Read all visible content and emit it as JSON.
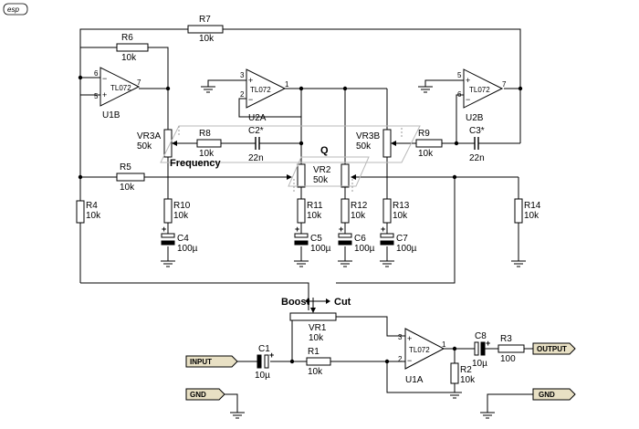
{
  "logo": "esp",
  "controls": {
    "frequency": "Frequency",
    "q": "Q",
    "boost": "Boost",
    "cut": "Cut"
  },
  "terminals": {
    "input": "INPUT",
    "output": "OUTPUT",
    "gnd_left": "GND",
    "gnd_right": "GND"
  },
  "components": {
    "u1b": {
      "ref": "U1B",
      "part": "TL072"
    },
    "u2a": {
      "ref": "U2A",
      "part": "TL072"
    },
    "u2b": {
      "ref": "U2B",
      "part": "TL072"
    },
    "u1a": {
      "ref": "U1A",
      "part": "TL072"
    },
    "r1": {
      "ref": "R1",
      "value": "10k"
    },
    "r2": {
      "ref": "R2",
      "value": "10k"
    },
    "r3": {
      "ref": "R3",
      "value": "100"
    },
    "r4": {
      "ref": "R4",
      "value": "10k"
    },
    "r5": {
      "ref": "R5",
      "value": "10k"
    },
    "r6": {
      "ref": "R6",
      "value": "10k"
    },
    "r7": {
      "ref": "R7",
      "value": "10k"
    },
    "r8": {
      "ref": "R8",
      "value": "10k"
    },
    "r9": {
      "ref": "R9",
      "value": "10k"
    },
    "r10": {
      "ref": "R10",
      "value": "10k"
    },
    "r11": {
      "ref": "R11",
      "value": "10k"
    },
    "r12": {
      "ref": "R12",
      "value": "10k"
    },
    "r13": {
      "ref": "R13",
      "value": "10k"
    },
    "r14": {
      "ref": "R14",
      "value": "10k"
    },
    "c1": {
      "ref": "C1",
      "value": "10µ"
    },
    "c2": {
      "ref": "C2*",
      "value": "22n"
    },
    "c3": {
      "ref": "C3*",
      "value": "22n"
    },
    "c4": {
      "ref": "C4",
      "value": "100µ"
    },
    "c5": {
      "ref": "C5",
      "value": "100µ"
    },
    "c6": {
      "ref": "C6",
      "value": "100µ"
    },
    "c7": {
      "ref": "C7",
      "value": "100µ"
    },
    "c8": {
      "ref": "C8",
      "value": "10µ"
    },
    "vr1": {
      "ref": "VR1",
      "value": "10k"
    },
    "vr2": {
      "ref": "VR2",
      "value": "50k"
    },
    "vr3a": {
      "ref": "VR3A",
      "value": "50k"
    },
    "vr3b": {
      "ref": "VR3B",
      "value": "50k"
    }
  }
}
